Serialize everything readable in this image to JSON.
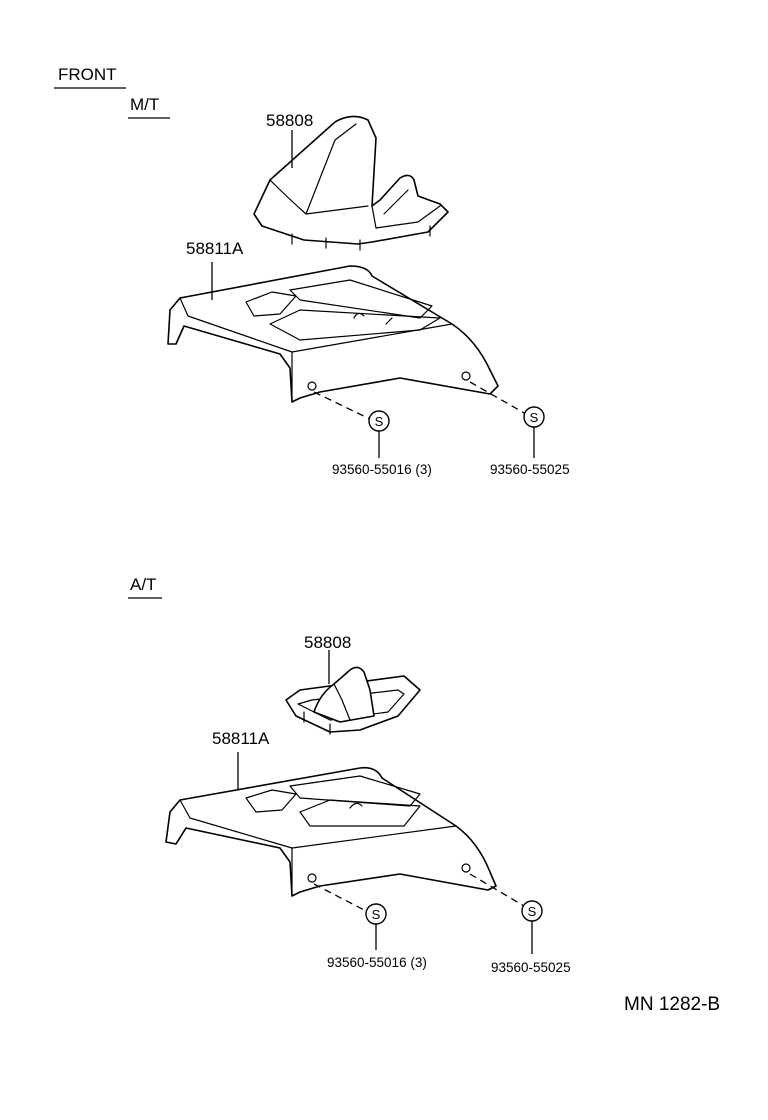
{
  "front_label": "FRONT",
  "sections": {
    "mt": {
      "title": "M/T",
      "boot_part": "58808",
      "console_part": "58811A",
      "screw_left_part": "93560-55016 (3)",
      "screw_right_part": "93560-55025"
    },
    "at": {
      "title": "A/T",
      "boot_part": "58808",
      "console_part": "58811A",
      "screw_left_part": "93560-55016 (3)",
      "screw_right_part": "93560-55025"
    }
  },
  "screw_symbol": "S",
  "figure_ref": "MN 1282-B"
}
